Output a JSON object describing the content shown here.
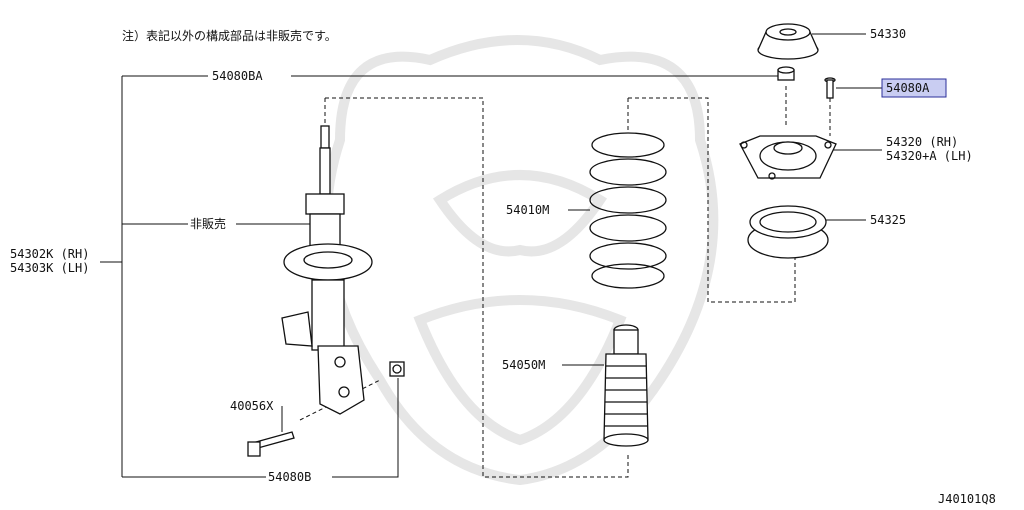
{
  "note": "注）表記以外の構成部品は非販売です。",
  "drawing_code": "J40101Q8",
  "labels": {
    "p54330": "54330",
    "p54080BA": "54080BA",
    "p54080A": "54080A",
    "p54320_rh": "54320 (RH)",
    "p54320_lh": "54320+A (LH)",
    "p54325": "54325",
    "p54010M": "54010M",
    "p54050M": "54050M",
    "not_sold": "非販売",
    "p54302K_rh": "54302K (RH)",
    "p54303K_lh": "54303K (LH)",
    "p40056X": "40056X",
    "p54080B": "54080B"
  },
  "highlight": {
    "part": "54080A",
    "fill": "#c9cdf2",
    "border": "#2b2f9a"
  }
}
